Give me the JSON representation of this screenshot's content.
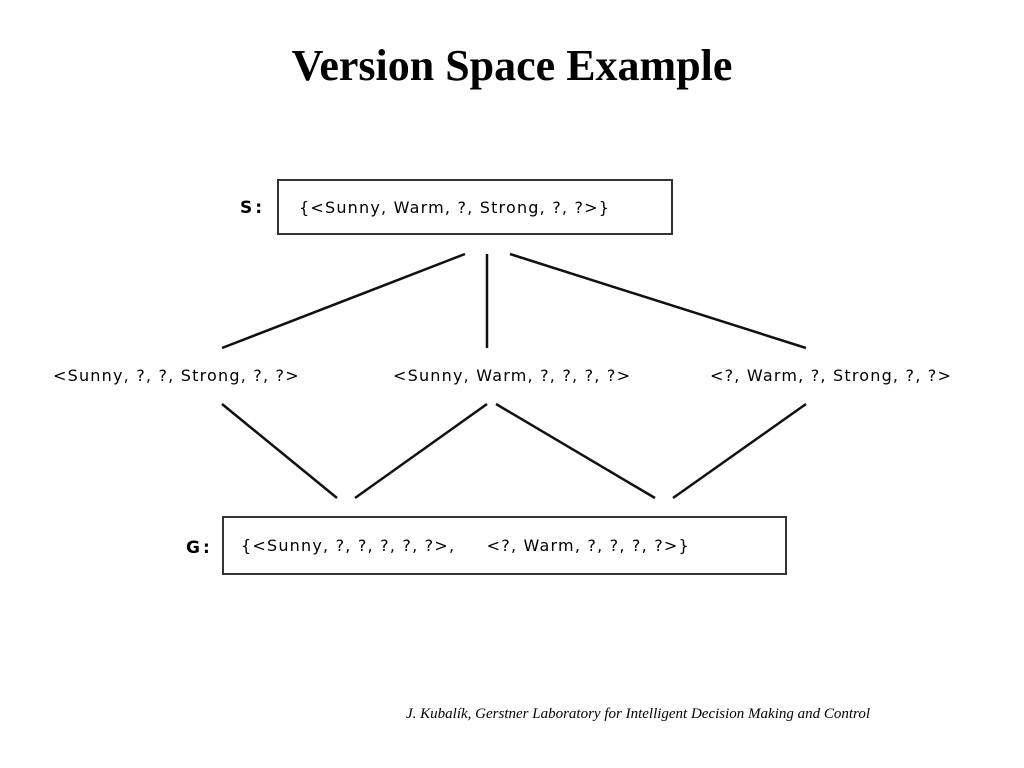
{
  "title": "Version Space Example",
  "s_set": {
    "label": "S:",
    "value": "{<Sunny, Warm, ?, Strong, ?, ?>}"
  },
  "middle": [
    "<Sunny, ?, ?, Strong, ?, ?>",
    "<Sunny, Warm, ?, ?, ?, ?>",
    "<?, Warm, ?, Strong, ?, ?>"
  ],
  "g_set": {
    "label": "G:",
    "value": "{<Sunny, ?, ?, ?, ?, ?>,     <?, Warm, ?, ?, ?, ?>}"
  },
  "footer": "J. Kubalík, Gerstner Laboratory for Intelligent Decision Making and Control"
}
